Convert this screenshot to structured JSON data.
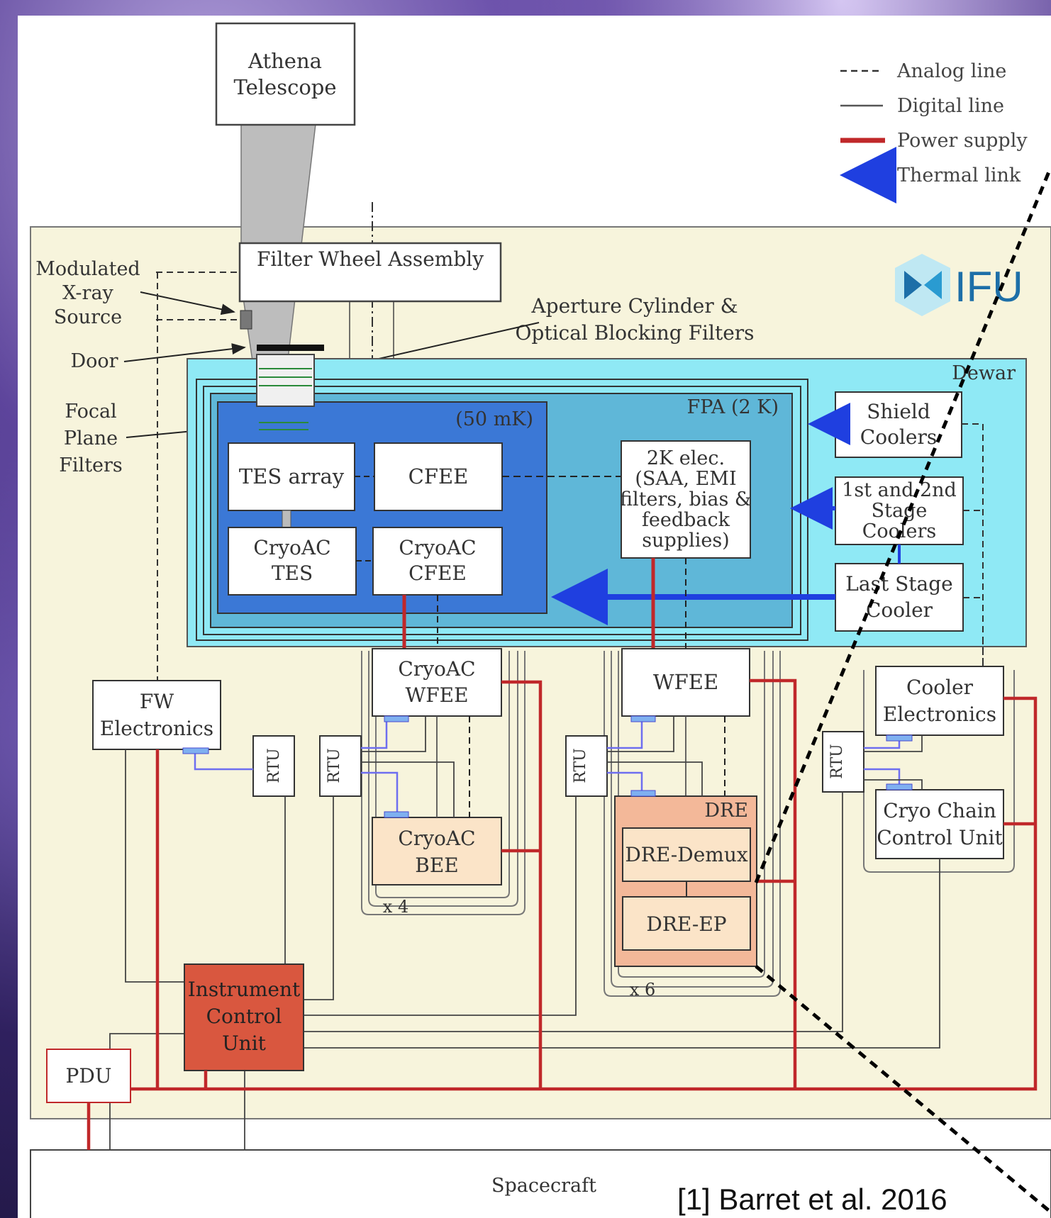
{
  "legend": {
    "analog": "Analog line",
    "digital": "Digital line",
    "power": "Power supply",
    "thermal": "Thermal link"
  },
  "logo": "IFU",
  "telescope": [
    "Athena",
    "Telescope"
  ],
  "filter_wheel": "Filter Wheel Assembly",
  "aperture": [
    "Aperture Cylinder &",
    "Optical Blocking Filters"
  ],
  "modulated_source": [
    "Modulated",
    "X-ray",
    "Source"
  ],
  "door": "Door",
  "focal_plane_filters": [
    "Focal",
    "Plane",
    "Filters"
  ],
  "dewar": "Dewar",
  "fpa": "FPA (2 K)",
  "mk50": "(50 mK)",
  "tes_array": "TES array",
  "cfee": "CFEE",
  "cryoac_tes": [
    "CryoAC",
    "TES"
  ],
  "cryoac_cfee": [
    "CryoAC",
    "CFEE"
  ],
  "elec2k": [
    "2K elec.",
    "(SAA, EMI",
    "filters, bias &",
    "feedback",
    "supplies)"
  ],
  "shield_coolers": [
    "Shield",
    "Coolers"
  ],
  "stage_coolers": [
    "1st and 2nd",
    "Stage",
    "Coolers"
  ],
  "last_stage": [
    "Last Stage",
    "Cooler"
  ],
  "cryoac_wfee": [
    "CryoAC",
    "WFEE"
  ],
  "wfee": "WFEE",
  "cooler_electronics": [
    "Cooler",
    "Electronics"
  ],
  "fw_electronics": [
    "FW",
    "Electronics"
  ],
  "rtu": "RTU",
  "cryoac_bee": [
    "CryoAC",
    "BEE"
  ],
  "dre": "DRE",
  "dre_demux": "DRE-Demux",
  "dre_ep": "DRE-EP",
  "cryo_chain": [
    "Cryo Chain",
    "Control Unit"
  ],
  "x4": "x 4",
  "x6": "x 6",
  "icu": [
    "Instrument",
    "Control",
    "Unit"
  ],
  "pdu": "PDU",
  "spacecraft": "Spacecraft",
  "citation": "[1] Barret et al. 2016",
  "colors": {
    "power": "#c0282a",
    "thermal": "#1f3fe0",
    "dewar": "#8fe9f5",
    "fpa": "#5fb7d8",
    "mk50": "#3b78d6",
    "instrument_bg": "#f7f4dc",
    "dre": "#f3b899",
    "bee": "#fbe4c8",
    "icu": "#d9573f"
  }
}
